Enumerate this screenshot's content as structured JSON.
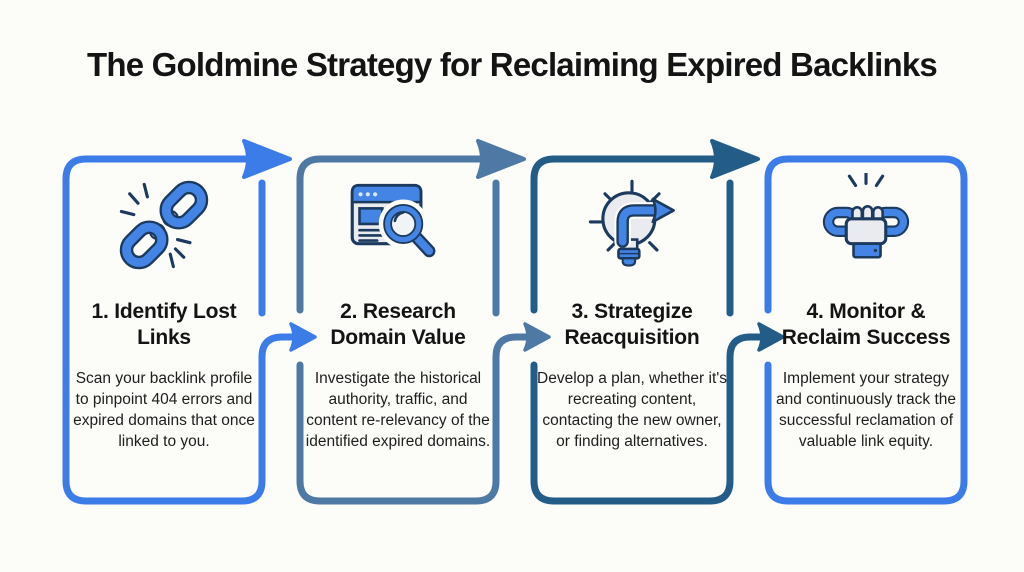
{
  "title": "The Goldmine Strategy for Reclaiming Expired Backlinks",
  "palette": {
    "background": "#FCFCF9",
    "title_text": "#141414",
    "body_text": "#1E1E1E",
    "bright_blue": "#3B7CE9",
    "steel_blue": "#4E79A4",
    "navy_blue": "#245C88",
    "icon_blue": "#4384E4",
    "icon_outline": "#1C3A5E",
    "icon_gray": "#E9EBEE"
  },
  "cards": [
    {
      "step": "1",
      "color": "#3B7CE9",
      "icon": "broken-link-icon",
      "title": [
        "1. Identify Lost",
        "Links"
      ],
      "body": "Scan your backlink profile to pinpoint 404 errors and expired domains that once linked to you."
    },
    {
      "step": "2",
      "color": "#4E79A4",
      "icon": "domain-research-icon",
      "title": [
        "2. Research",
        "Domain Value"
      ],
      "body": "Investigate the historical authority, traffic, and content re-relevancy of the identified expired domains."
    },
    {
      "step": "3",
      "color": "#245C88",
      "icon": "strategize-icon",
      "title": [
        "3. Strategize",
        "Reacquisition"
      ],
      "body": "Develop a plan, whether it's recreating content, contacting the new owner, or finding alternatives."
    },
    {
      "step": "4",
      "color": "#3B7CE9",
      "icon": "monitor-reclaim-icon",
      "title": [
        "4. Monitor &",
        "Reclaim Success"
      ],
      "body": "Implement your strategy and continuously track the successful reclamation of valuable link equity."
    }
  ]
}
